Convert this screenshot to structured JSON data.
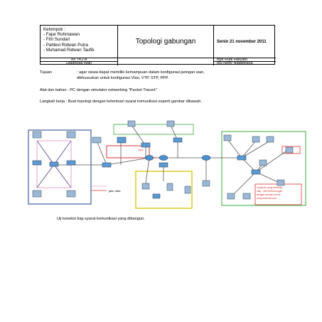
{
  "header": {
    "group_title": "Kelompok :",
    "members": [
      "- Fajar Rohmawan",
      "- Fitri Sundari",
      "- Pahlevi Ridwan Putra",
      "- Muhamad Ridwan Taufik"
    ],
    "title": "Topologi gabungan",
    "date": "Senin 21 november 2011",
    "class": "XII TKJ A",
    "diagnosis": "Diagnosa Wan",
    "teacher1": "Bpk Rudi Haryadi",
    "teacher2": "Ibu Netty Natawijaya"
  },
  "body": {
    "tujuan_label": "Tujuan",
    "tujuan_line1": ": agar siswa dapat memiliki kemampuan dalam konfigurasi jaringan wan,",
    "tujuan_line2": "dikhususkan untuk konfigurasi Vlan, VTP, STP, PPP.",
    "alat": "Alat dan bahan  : PC dengan simulator networking \"Packet Tracert\"",
    "langkah": "Langkah kerja    : Buat topologi  dengan ketentuan syarat komunikasi seperti gambar dibawah.",
    "footer": "Uji koneksi tiap syarat komunikasi yang dibangun."
  },
  "diagram": {
    "legend_label": "jalur data",
    "note_line1": "komputer yang berbeda",
    "note_line2": "vlan - vlan berhubungan",
    "note_line3": "dengan sebuah server",
    "note_line4": "yang berbeda vlan",
    "ppp_label": "ppp",
    "colors": {
      "red": "#e03030",
      "green": "#3aa83a",
      "yellow": "#d6c400",
      "blue": "#1a3c8c",
      "pink": "#e4a0c8"
    }
  }
}
